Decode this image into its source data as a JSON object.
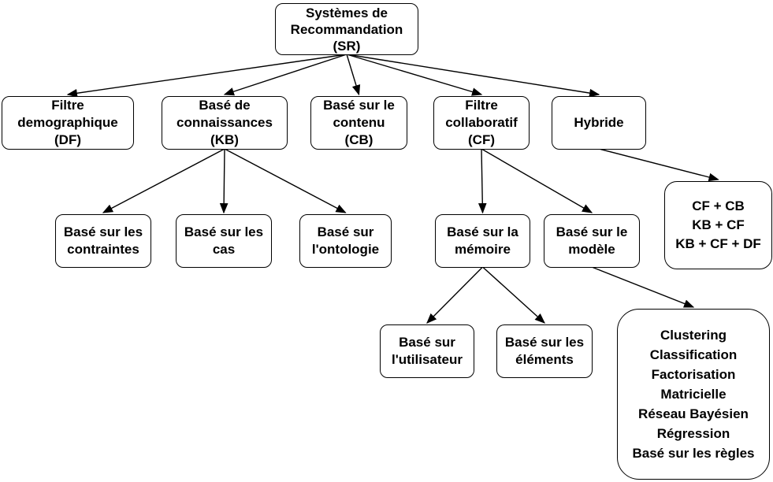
{
  "diagram": {
    "type": "tree",
    "background_color": "#ffffff",
    "node_fill_color": "#ffffff",
    "node_border_color": "#000000",
    "text_color": "#000000",
    "arrow_color": "#000000",
    "nodes": {
      "root": {
        "label": "Systèmes de\nRecommandation\n(SR)"
      },
      "df": {
        "label": "Filtre\ndemographique\n(DF)"
      },
      "kb": {
        "label": "Basé de\nconnaissances\n(KB)"
      },
      "cb": {
        "label": "Basé sur le\ncontenu\n(CB)"
      },
      "cf": {
        "label": "Filtre\ncollaboratif\n(CF)"
      },
      "hybride": {
        "label": "Hybride"
      },
      "contraintes": {
        "label": "Basé sur les\ncontraintes"
      },
      "cas": {
        "label": "Basé sur les\ncas"
      },
      "ontologie": {
        "label": "Basé sur\nl'ontologie"
      },
      "memoire": {
        "label": "Basé sur la\nmémoire"
      },
      "modele": {
        "label": "Basé sur le\nmodèle"
      },
      "hybrid_combos": {
        "label": "CF + CB\nKB + CF\nKB + CF + DF"
      },
      "utilisateur": {
        "label": "Basé sur\nl'utilisateur"
      },
      "elements": {
        "label": "Basé sur les\néléments"
      },
      "model_methods": {
        "label": "Clustering\nClassification\nFactorisation\nMatricielle\nRéseau Bayésien\nRégression\nBasé sur les règles"
      }
    },
    "edges": [
      {
        "from": "root",
        "to": "df"
      },
      {
        "from": "root",
        "to": "kb"
      },
      {
        "from": "root",
        "to": "cb"
      },
      {
        "from": "root",
        "to": "cf"
      },
      {
        "from": "root",
        "to": "hybride"
      },
      {
        "from": "kb",
        "to": "contraintes"
      },
      {
        "from": "kb",
        "to": "cas"
      },
      {
        "from": "kb",
        "to": "ontologie"
      },
      {
        "from": "cf",
        "to": "memoire"
      },
      {
        "from": "cf",
        "to": "modele"
      },
      {
        "from": "hybride",
        "to": "hybrid_combos"
      },
      {
        "from": "memoire",
        "to": "utilisateur"
      },
      {
        "from": "memoire",
        "to": "elements"
      },
      {
        "from": "modele",
        "to": "model_methods"
      }
    ]
  }
}
